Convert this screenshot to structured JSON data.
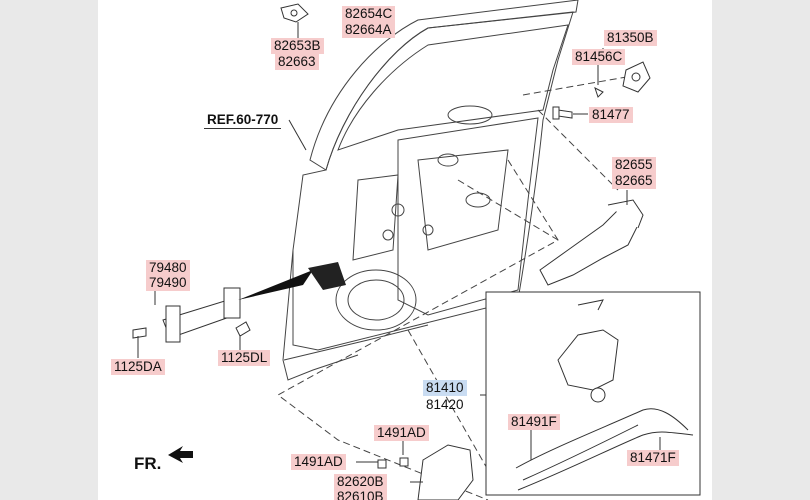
{
  "labels": {
    "p82654C": "82654C",
    "p82664A": "82664A",
    "p82653B": "82653B",
    "p82663": "82663",
    "p81350B": "81350B",
    "p81456C": "81456C",
    "p81477": "81477",
    "ref": "REF.60-770",
    "p82655": "82655",
    "p82665": "82665",
    "p79480": "79480",
    "p79490": "79490",
    "p1125DA": "1125DA",
    "p1125DL": "1125DL",
    "p81410": "81410",
    "p81420": "81420",
    "p81491F": "81491F",
    "p81471F": "81471F",
    "p1491AD_a": "1491AD",
    "p1491AD_b": "1491AD",
    "p82620B": "82620B",
    "p82610B": "82610B",
    "front": "FR."
  },
  "colors": {
    "label_bg_pink": "#f6cccc",
    "label_bg_blue": "#c9dcf2",
    "line": "#333333",
    "page_bg": "#e9e9e9"
  }
}
